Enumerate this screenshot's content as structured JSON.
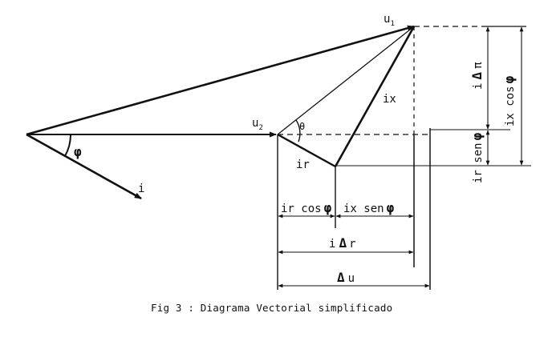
{
  "labels": {
    "u1_base": "u",
    "u1_sub": "1",
    "u2_base": "u",
    "u2_sub": "2",
    "phi": "φ",
    "theta": "θ",
    "i": "i",
    "ix": "ix",
    "ir": "ir",
    "ir_cos_text": "ir cos",
    "ir_cos_sym": "φ",
    "ix_sen_text": "ix sen",
    "ix_sen_sym": "φ",
    "i_delta_r_i": "i",
    "i_delta_r_delta": "Δ",
    "i_delta_r_r": "r",
    "delta_u_delta": "Δ",
    "delta_u_u": "u",
    "i_delta_x_i": "i",
    "i_delta_x_delta": "Δ",
    "i_delta_x_x": "π",
    "ix_cos_text": "ix cos",
    "ix_cos_sym": "φ",
    "ir_sen_text": "ir sen",
    "ir_sen_sym": "φ"
  },
  "caption": "Fig 3 : Diagrama Vectorial simplificado"
}
